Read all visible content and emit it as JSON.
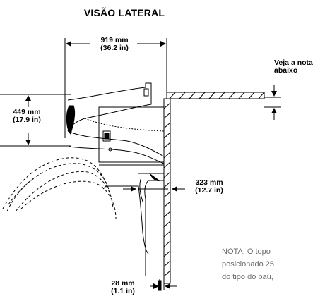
{
  "title": "VISÃO LATERAL",
  "dimensions": {
    "width": {
      "mm": "919 mm",
      "in": "(36.2 in)"
    },
    "height": {
      "mm": "449 mm",
      "in": "(17.9 in)"
    },
    "depth": {
      "mm": "323 mm",
      "in": "(12.7 in)"
    },
    "bottom": {
      "mm": "28 mm",
      "in": "(1.1 in)"
    }
  },
  "note_callout": {
    "line1": "Veja a nota",
    "line2": "abaixo"
  },
  "note_text": {
    "line1": "NOTA: O topo",
    "line2": "posicionado 25",
    "line3": "do tipo do baú,"
  },
  "colors": {
    "ink": "#000000",
    "note": "#6b6b6b",
    "background": "#ffffff"
  }
}
